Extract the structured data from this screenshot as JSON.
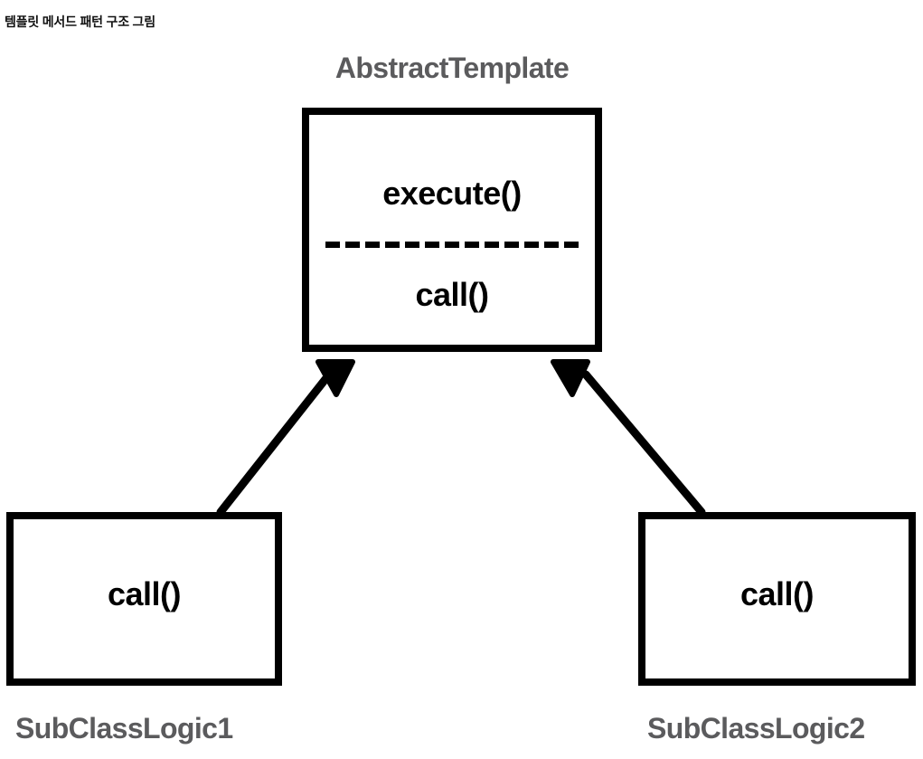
{
  "page": {
    "caption": "템플릿 메서드 패턴 구조 그림",
    "background_color": "#ffffff"
  },
  "colors": {
    "class_title": "#5b5b5d",
    "box_border": "#000000",
    "member_text": "#000000",
    "arrow": "#000000",
    "caption_text": "#111111"
  },
  "diagram": {
    "type": "uml-class-diagram",
    "pattern": "Template Method",
    "classes": [
      {
        "id": "abstract-template",
        "name": "AbstractTemplate",
        "role": "abstract",
        "title_position": "above",
        "members": [
          {
            "name": "execute()",
            "section": "template-method"
          },
          {
            "name": "call()",
            "section": "hook-method"
          }
        ],
        "divider": "dashed"
      },
      {
        "id": "subclass-logic-1",
        "name": "SubClassLogic1",
        "role": "concrete",
        "title_position": "below",
        "members": [
          {
            "name": "call()",
            "section": "implementation"
          }
        ]
      },
      {
        "id": "subclass-logic-2",
        "name": "SubClassLogic2",
        "role": "concrete",
        "title_position": "below",
        "members": [
          {
            "name": "call()",
            "section": "implementation"
          }
        ]
      }
    ],
    "relations": [
      {
        "id": "inherit-1",
        "type": "generalization",
        "from": "subclass-logic-1",
        "to": "abstract-template",
        "arrowhead": "filled-triangle"
      },
      {
        "id": "inherit-2",
        "type": "generalization",
        "from": "subclass-logic-2",
        "to": "abstract-template",
        "arrowhead": "filled-triangle"
      }
    ]
  }
}
